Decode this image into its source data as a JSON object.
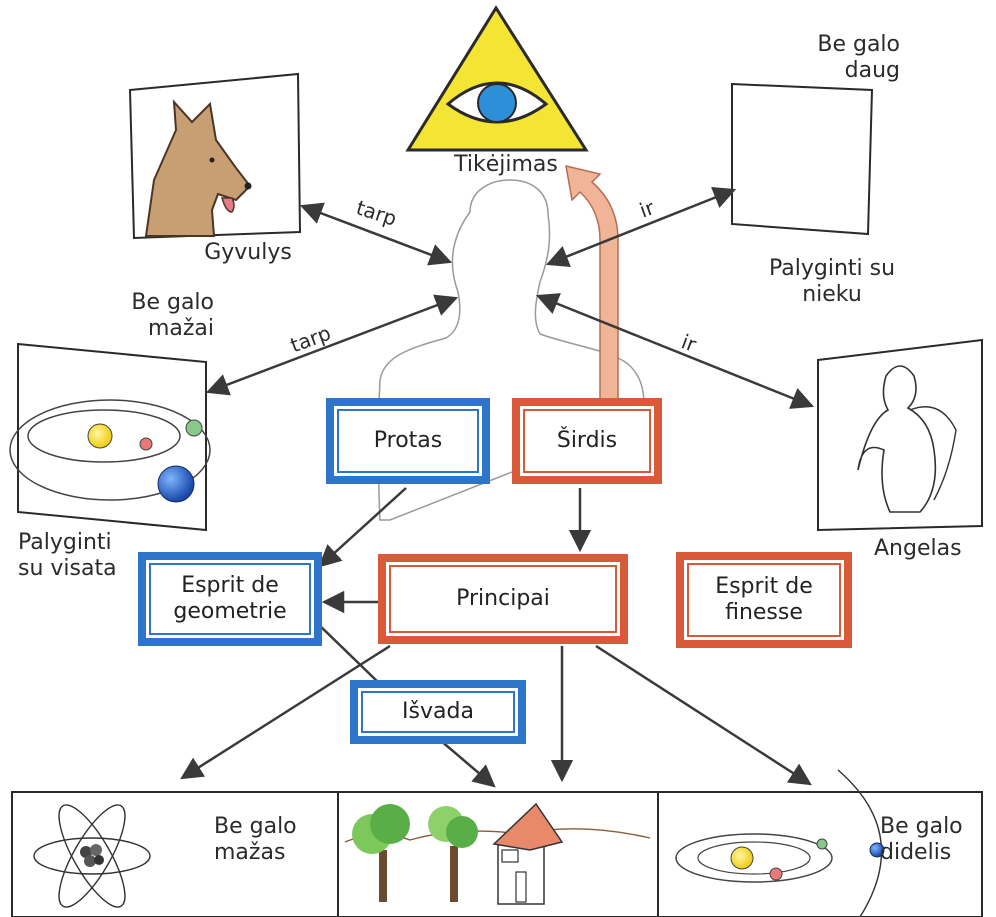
{
  "labels": {
    "faith": "Tikėjimas",
    "animal": "Gyvulys",
    "infinitely_many": "Be galo\ndaug",
    "compare_nothing": "Palyginti su\nnieku",
    "infinitely_little": "Be galo\nmažai",
    "compare_universe": "Palyginti\nsu visata",
    "angel": "Angelas",
    "infinitely_small": "Be galo\nmažas",
    "infinitely_big": "Be galo\ndidelis"
  },
  "arrows": {
    "tarp_top": "tarp",
    "tarp_left": "tarp",
    "ir_top": "ir",
    "ir_right": "ir"
  },
  "boxes": {
    "protas": "Protas",
    "sirdis": "Širdis",
    "esprit_geometrie": "Esprit de\ngeometrie",
    "principai": "Principai",
    "esprit_finesse": "Esprit de\nfinesse",
    "isvada": "Išvada"
  },
  "colors": {
    "blue_box": "#2e74c8",
    "red_box": "#d95a3a",
    "triangle": "#f4e434",
    "eye_iris": "#2d8fd8",
    "faith_arrow": "#f0b497"
  }
}
